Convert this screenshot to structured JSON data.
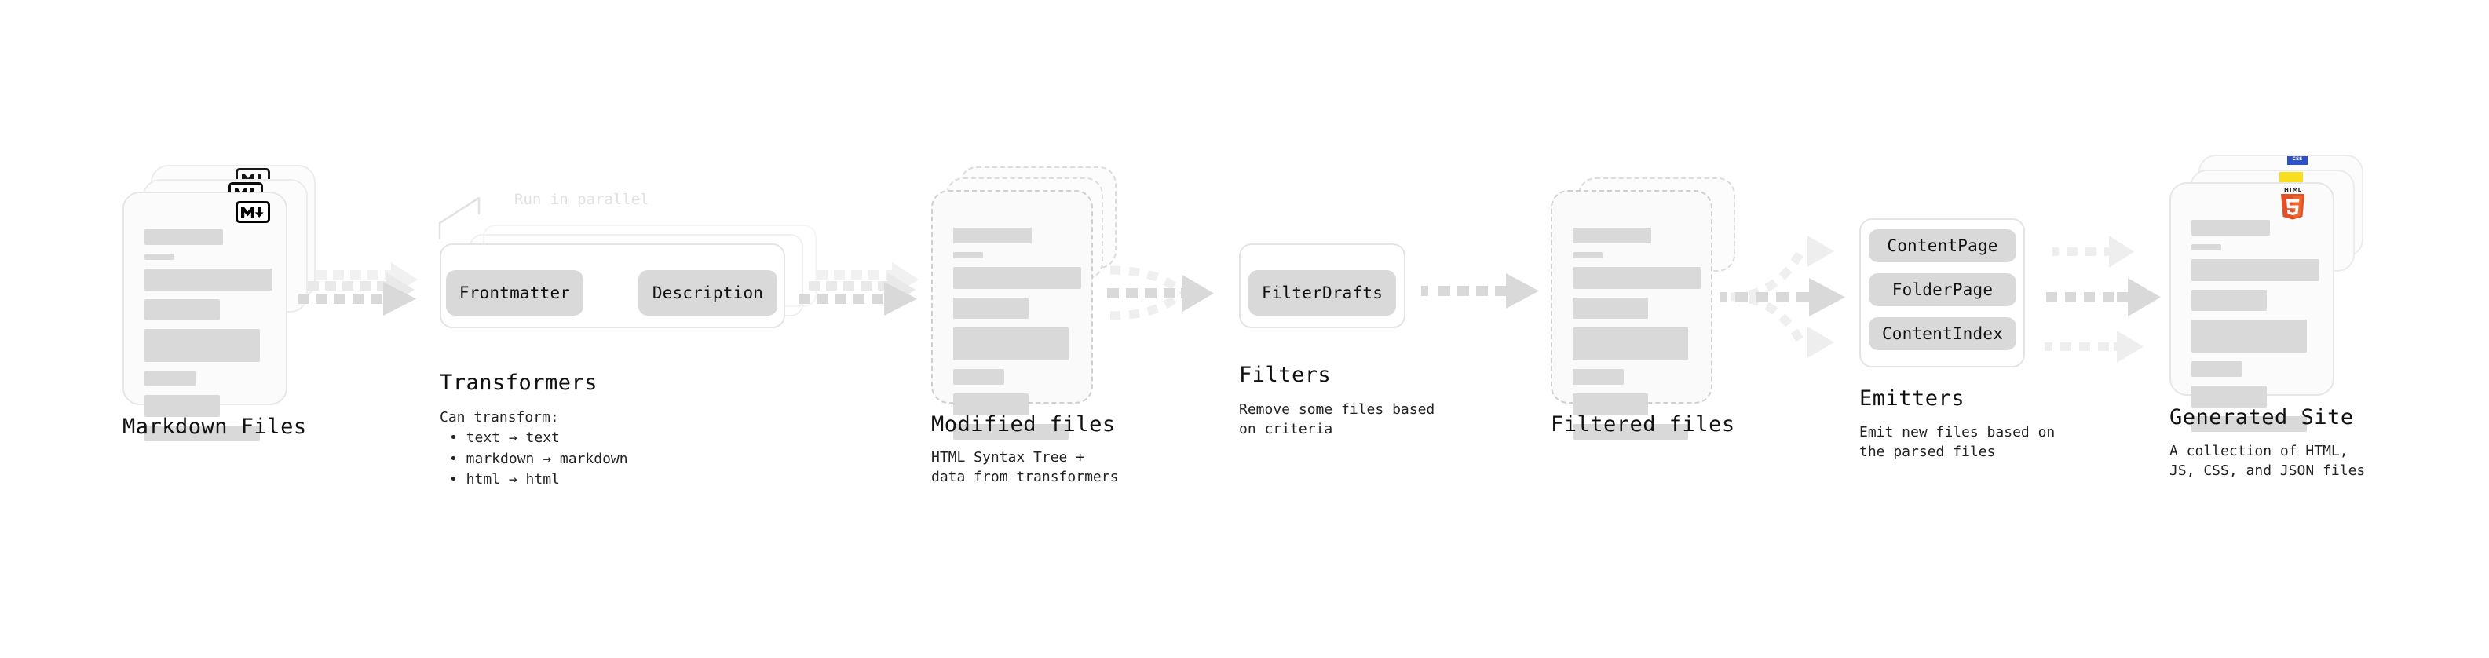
{
  "diagram": {
    "type": "pipeline-flow",
    "title": "Static site generator build pipeline",
    "background": "#ffffff",
    "palette": {
      "ink": "#111111",
      "line_fill": "#d9d9d9",
      "chip_fill": "#d9d9d9",
      "card_border": "#e6e6e6",
      "card_fill": "#fbfbfb",
      "dashed_border": "#cfcfcf",
      "arrow": "#d5d5d5",
      "arrow_faint": "#eeeeee",
      "ghost_text": "#e0e0e0",
      "html5_orange": "#e34f26",
      "js_yellow": "#f7df1e",
      "css_blue": "#2c51c9"
    }
  },
  "stages": [
    {
      "id": "markdown-files",
      "title": "Markdown Files",
      "subtitle": "",
      "badge": "markdown-icon",
      "badge_label": "M↓",
      "kind": "file-stack",
      "stack_count": 3,
      "border": "solid"
    },
    {
      "id": "transformers",
      "title": "Transformers",
      "subtitle": "Can transform:",
      "kind": "plugin-group",
      "annotation": "Run in parallel",
      "stack_count": 3,
      "chips": [
        "Frontmatter",
        "Description"
      ],
      "bullets": [
        "• text → text",
        "• markdown → markdown",
        "• html → html"
      ]
    },
    {
      "id": "modified-files",
      "title": "Modified files",
      "subtitle": "HTML Syntax Tree +\ndata from transformers",
      "kind": "file-stack",
      "stack_count": 3,
      "border": "dashed"
    },
    {
      "id": "filters",
      "title": "Filters",
      "subtitle": "Remove some files based\non criteria",
      "kind": "plugin-group",
      "stack_count": 1,
      "chips": [
        "FilterDrafts"
      ]
    },
    {
      "id": "filtered-files",
      "title": "Filtered files",
      "subtitle": "",
      "kind": "file-stack",
      "stack_count": 2,
      "border": "dashed"
    },
    {
      "id": "emitters",
      "title": "Emitters",
      "subtitle": "Emit new files based on\nthe parsed files",
      "kind": "plugin-group",
      "stack_count": 1,
      "chips": [
        "ContentPage",
        "FolderPage",
        "ContentIndex"
      ]
    },
    {
      "id": "generated-site",
      "title": "Generated Site",
      "subtitle": "A collection of HTML,\nJS, CSS, and JSON files",
      "kind": "file-stack",
      "stack_count": 3,
      "border": "solid",
      "badges": [
        "html5-icon",
        "js-icon",
        "css-icon"
      ],
      "badge_labels": [
        "HTML 5",
        "JS",
        "CSS"
      ]
    }
  ],
  "connectors": [
    {
      "id": "c1",
      "from": "markdown-files",
      "to": "transformers",
      "style": "dashed-arrow-stack",
      "count": 3
    },
    {
      "id": "c2",
      "from": "transformers",
      "to": "modified-files",
      "style": "dashed-arrow-stack",
      "count": 3
    },
    {
      "id": "c3",
      "from": "modified-files",
      "to": "filters",
      "style": "dashed-arrow-merge",
      "count": 3
    },
    {
      "id": "c4",
      "from": "filters",
      "to": "filtered-files",
      "style": "dashed-arrow",
      "count": 1
    },
    {
      "id": "c5",
      "from": "filtered-files",
      "to": "emitters",
      "style": "dashed-arrow-split",
      "count": 3
    },
    {
      "id": "c6",
      "from": "emitters",
      "to": "generated-site",
      "style": "dashed-arrow-parallel",
      "count": 3
    }
  ],
  "doc_line_widths": [
    [
      100,
      38,
      195,
      117,
      175,
      95,
      117,
      172
    ],
    [
      100,
      38,
      195,
      117,
      175,
      95,
      117,
      172
    ],
    [
      100,
      38,
      195,
      117,
      175,
      95,
      117,
      172
    ],
    [
      100,
      38,
      195,
      117,
      175,
      95,
      117,
      172
    ]
  ]
}
